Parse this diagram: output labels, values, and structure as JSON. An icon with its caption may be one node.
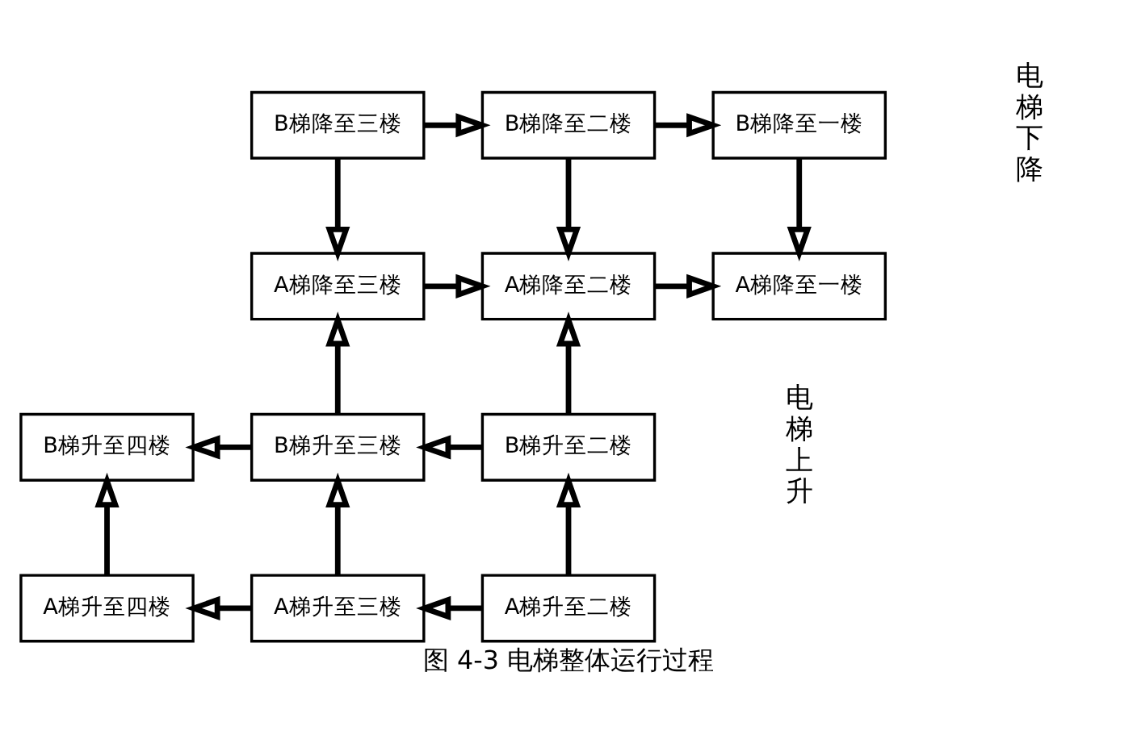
{
  "diagram": {
    "caption": "图 4-3 电梯整体运行过程",
    "nodes": [
      {
        "text": [
          "B梯降至三楼"
        ]
      },
      {
        "text": [
          "B梯降至二楼"
        ]
      },
      {
        "text": [
          "B梯降至一楼"
        ]
      },
      {
        "text": [
          "A梯降至三楼"
        ]
      },
      {
        "text": [
          "A梯降至二楼"
        ]
      },
      {
        "text": [
          "A梯降至一楼"
        ]
      },
      {
        "text": [
          "B梯升至四楼"
        ]
      },
      {
        "text": [
          "B梯升至三楼"
        ]
      },
      {
        "text": [
          "B梯升至二楼"
        ]
      },
      {
        "text": [
          "A梯升至四楼"
        ]
      },
      {
        "text": [
          "A梯升至三楼"
        ]
      },
      {
        "text": [
          "A梯升至二楼"
        ]
      }
    ],
    "edges": [
      {
        "from": 0,
        "to": 1,
        "arrow": "to"
      },
      {
        "from": 1,
        "to": 2,
        "arrow": "to"
      },
      {
        "from": 0,
        "to": 3,
        "arrow": "to"
      },
      {
        "from": 1,
        "to": 4,
        "arrow": "to"
      },
      {
        "from": 2,
        "to": 5,
        "arrow": "to"
      },
      {
        "from": 3,
        "to": 4,
        "arrow": "to"
      },
      {
        "from": 4,
        "to": 5,
        "arrow": "to"
      },
      {
        "from": 7,
        "to": 3,
        "arrow": "to"
      },
      {
        "from": 8,
        "to": 4,
        "arrow": "to"
      },
      {
        "from": 8,
        "to": 7,
        "arrow": "to"
      },
      {
        "from": 7,
        "to": 6,
        "arrow": "to"
      },
      {
        "from": 9,
        "to": 6,
        "arrow": "to"
      },
      {
        "from": 11,
        "to": 10,
        "arrow": "to"
      },
      {
        "from": 10,
        "to": 9,
        "arrow": "to"
      },
      {
        "from": 10,
        "to": 7,
        "arrow": "to"
      },
      {
        "from": 11,
        "to": 8,
        "arrow": "to"
      }
    ],
    "labels": [
      "电梯下降",
      "电梯上升"
    ]
  }
}
